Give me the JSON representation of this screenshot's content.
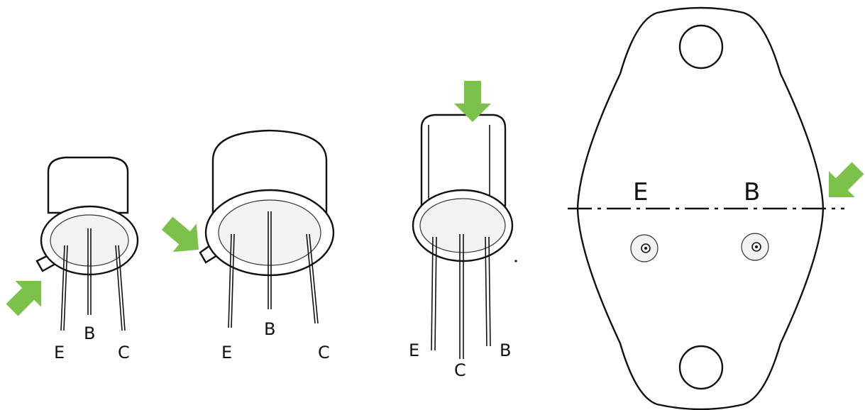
{
  "packages": [
    {
      "id": "to18",
      "leads": [
        "E",
        "B",
        "C"
      ]
    },
    {
      "id": "to5",
      "leads": [
        "E",
        "B",
        "C"
      ]
    },
    {
      "id": "plastic",
      "leads": [
        "E",
        "C",
        "B"
      ]
    },
    {
      "id": "to3",
      "leads": [
        "E",
        "B"
      ]
    }
  ],
  "colors": {
    "arrow": "#7cc24a",
    "line": "#111111"
  }
}
